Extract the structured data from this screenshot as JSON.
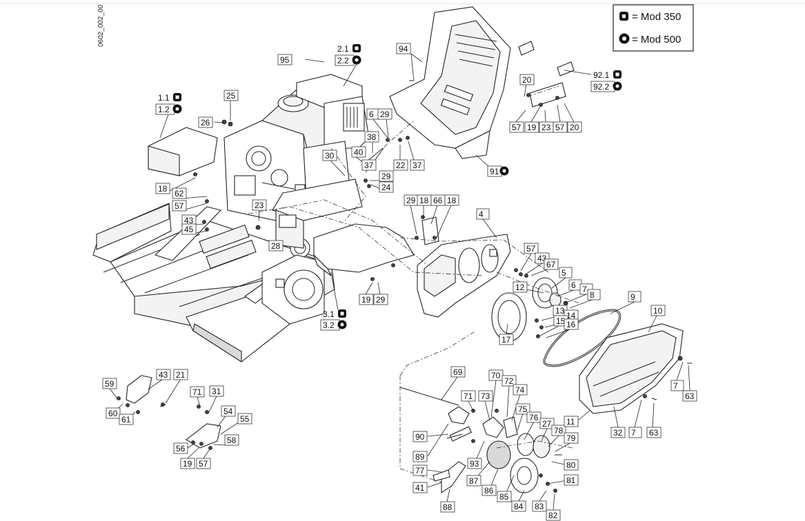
{
  "doc_code": "0602_002_00",
  "legend": {
    "items": [
      {
        "symbol": "square-symbol",
        "text": "= Mod 350"
      },
      {
        "symbol": "gear-symbol",
        "text": "= Mod 500"
      }
    ]
  },
  "labels": [
    "95",
    "2.1",
    "2.2",
    "94",
    "1.1",
    "1.2",
    "25",
    "26",
    "6",
    "29",
    "38",
    "30",
    "40",
    "37",
    "22",
    "37",
    "29",
    "24",
    "18",
    "62",
    "57",
    "23",
    "43",
    "45",
    "28",
    "29",
    "18",
    "66",
    "18",
    "4",
    "57",
    "43",
    "67",
    "5",
    "12",
    "6",
    "7",
    "8",
    "9",
    "10",
    "13",
    "14",
    "15",
    "16",
    "17",
    "3.1",
    "3.2",
    "19",
    "29",
    "20",
    "57",
    "19",
    "23",
    "57",
    "20",
    "92.1",
    "92.2",
    "91",
    "59",
    "43",
    "21",
    "60",
    "61",
    "71",
    "31",
    "54",
    "55",
    "58",
    "56",
    "19",
    "57",
    "69",
    "70",
    "72",
    "71",
    "73",
    "74",
    "75",
    "76",
    "27",
    "78",
    "79",
    "80",
    "90",
    "89",
    "93",
    "87",
    "77",
    "41",
    "88",
    "86",
    "85",
    "84",
    "81",
    "83",
    "82",
    "11",
    "32",
    "7",
    "63",
    "7",
    "63"
  ]
}
